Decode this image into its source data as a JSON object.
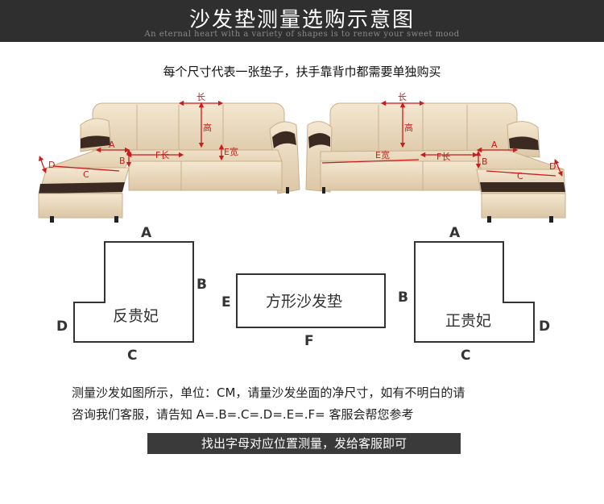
{
  "header": {
    "title": "沙发垫测量选购示意图",
    "subtitle": "An eternal heart with a variety of shapes is to renew your sweet mood"
  },
  "note": "每个尺寸代表一张垫子，扶手靠背巾都需要单独购买",
  "sofa_labels": {
    "length": "长",
    "height": "高",
    "a": "A",
    "b": "B",
    "c": "C",
    "d": "D",
    "e_width": "E宽",
    "f_length": "F长"
  },
  "shapes": {
    "reverse_lshape": {
      "label": "反贵妃",
      "top": "A",
      "right": "B",
      "left": "D",
      "bottom": "C"
    },
    "rectangle": {
      "label": "方形沙发垫",
      "left": "E",
      "bottom": "F"
    },
    "lshape": {
      "label": "正贵妃",
      "top": "A",
      "left": "B",
      "right": "D",
      "bottom": "C"
    }
  },
  "instructions": {
    "line1": "测量沙发如图所示，单位：CM，请量沙发坐面的净尺寸，如有不明白的请",
    "line2": "咨询我们客服，请告知 A=.B=.C=.D=.E=.F= 客服会帮您参考"
  },
  "footer": "找出字母对应位置测量，发给客服即可",
  "colors": {
    "banner": "#2f2f2f",
    "sofa_leather": "#ecdcc2",
    "sofa_trim": "#3a2a22",
    "marker": "#cc1b1b",
    "footer_bar": "#3a3a3a"
  }
}
